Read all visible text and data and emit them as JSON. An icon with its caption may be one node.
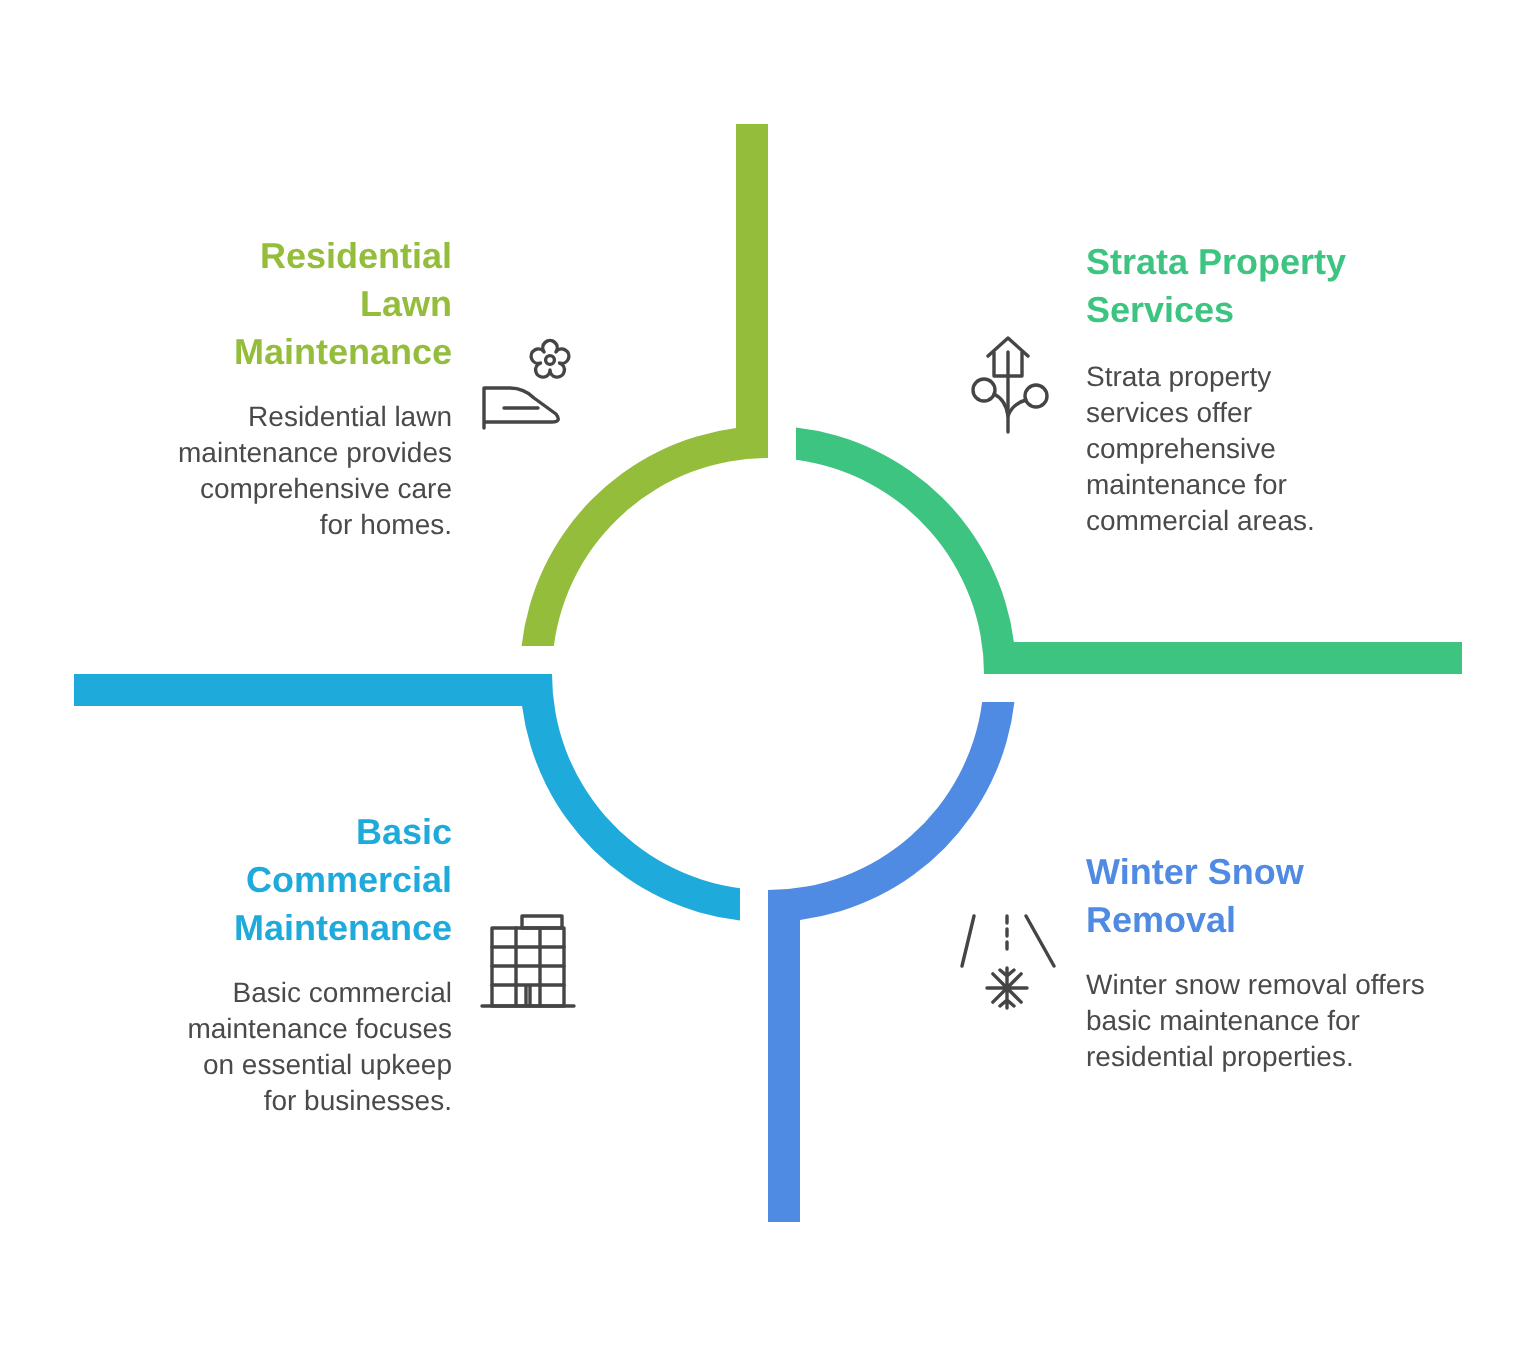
{
  "diagram": {
    "nodes": [
      {
        "text": [
          "Residential Lawn Maintenance",
          "Residential lawn maintenance provides comprehensive care for homes."
        ]
      },
      {
        "text": [
          "Strata Property Services",
          "Strata property services offer comprehensive maintenance for commercial areas."
        ]
      },
      {
        "text": [
          "Basic Commercial Maintenance",
          "Basic commercial maintenance focuses on essential upkeep for businesses."
        ]
      },
      {
        "text": [
          "Winter Snow Removal",
          "Winter snow removal offers basic maintenance for residential properties."
        ]
      }
    ]
  }
}
